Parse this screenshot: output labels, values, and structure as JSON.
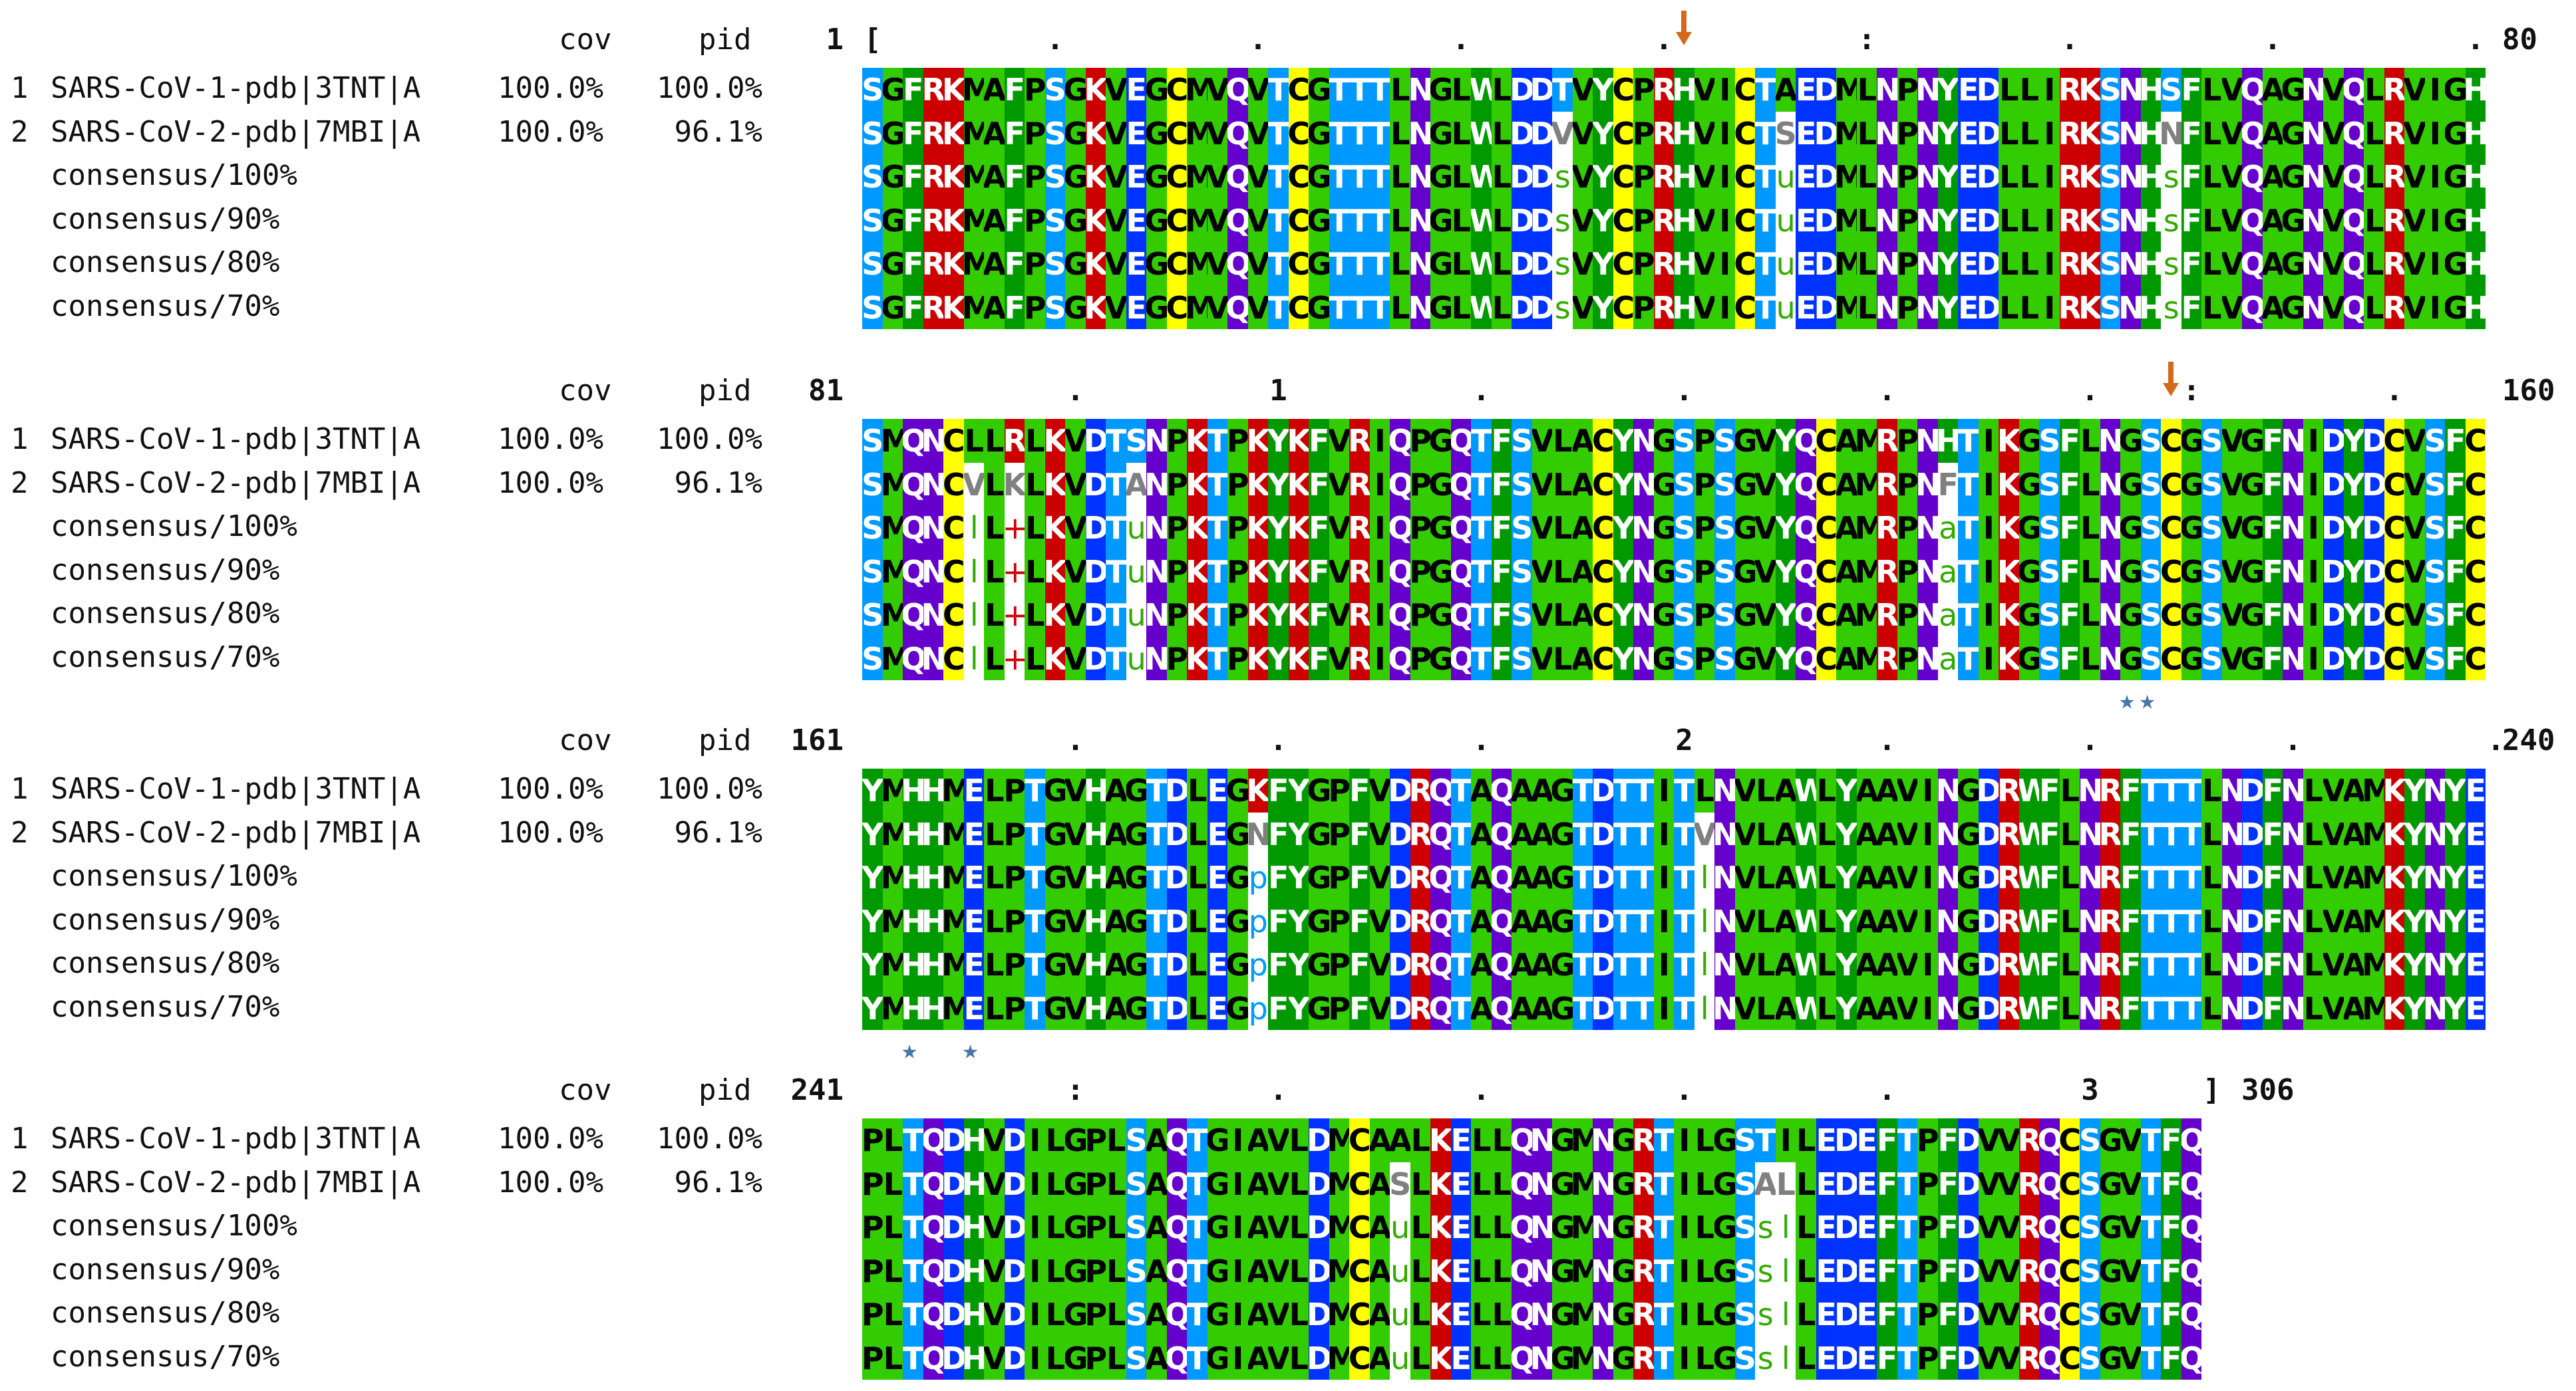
{
  "header": {
    "cov_label": "cov",
    "pid_label": "pid"
  },
  "sequences": [
    {
      "index": "1",
      "name": "SARS-CoV-1-pdb|3TNT|A",
      "cov": "100.0%",
      "pid": "100.0%"
    },
    {
      "index": "2",
      "name": "SARS-CoV-2-pdb|7MBI|A",
      "cov": "100.0%",
      "pid": "96.1%"
    },
    {
      "index": "",
      "name": "consensus/100%",
      "cov": "",
      "pid": ""
    },
    {
      "index": "",
      "name": "consensus/90%",
      "cov": "",
      "pid": ""
    },
    {
      "index": "",
      "name": "consensus/80%",
      "cov": "",
      "pid": ""
    },
    {
      "index": "",
      "name": "consensus/70%",
      "cov": "",
      "pid": ""
    }
  ],
  "colors": {
    "hydrophobic": "#33cc00",
    "aromatic": "#009900",
    "polar_st": "#0099ff",
    "acidic": "#0033ff",
    "basic": "#cc0000",
    "amide": "#6600cc",
    "cysteine": "#ffff00",
    "arrow": "#d2691e",
    "star": "#4a76a8"
  },
  "blocks": [
    {
      "start": "1",
      "end": "80",
      "ruler": "[        .         .         .         .         :         .         .         .",
      "rows": [
        "SGFRKMAFPSGKVEGCMVQVTCGTTTLNGLWLDDTVYCPRHVICTAEDMLNPNYEDLLIRKSNHSFLVQAGNVQLRVIGH",
        "SGFRKMAFPSGKVEGCMVQVTCGTTTLNGLWLDDVVYCPRHVICTSEDMLNPNYEDLLIRKSNHNFLVQAGNVQLRVIGH",
        "SGFRKMAFPSGKVEGCMVQVTCGTTTLNGLWLDDsVYCPRHVICTuEDMLNPNYEDLLIRKSNHsFLVQAGNVQLRVIGH",
        "SGFRKMAFPSGKVEGCMVQVTCGTTTLNGLWLDDsVYCPRHVICTuEDMLNPNYEDLLIRKSNHsFLVQAGNVQLRVIGH",
        "SGFRKMAFPSGKVEGCMVQVTCGTTTLNGLWLDDsVYCPRHVICTuEDMLNPNYEDLLIRKSNHsFLVQAGNVQLRVIGH",
        "SGFRKMAFPSGKVEGCMVQVTCGTTTLNGLWLDDsVYCPRHVICTuEDMLNPNYEDLLIRKSNHsFLVQAGNVQLRVIGH"
      ],
      "arrows": [
        41
      ],
      "stars": []
    },
    {
      "start": "81",
      "end": "160",
      "ruler": "          .         1         .         .         .         .    :         .",
      "rows": [
        "SMQNCLLRLKVDTSNPKTPKYKFVRIQPGQTFSVLACYNGSPSGVYQCAMRPNHTIKGSFLNGSCGSVGFNIDYDCVSFC",
        "SMQNCVLKLKVDTANPKTPKYKFVRIQPGQTFSVLACYNGSPSGVYQCAMRPNFTIKGSFLNGSCGSVGFNIDYDCVSFC",
        "SMQNClL+LKVDTuNPKTPKYKFVRIQPGQTFSVLACYNGSPSGVYQCAMRPNaTIKGSFLNGSCGSVGFNIDYDCVSFC",
        "SMQNClL+LKVDTuNPKTPKYKFVRIQPGQTFSVLACYNGSPSGVYQCAMRPNaTIKGSFLNGSCGSVGFNIDYDCVSFC",
        "SMQNClL+LKVDTuNPKTPKYKFVRIQPGQTFSVLACYNGSPSGVYQCAMRPNaTIKGSFLNGSCGSVGFNIDYDCVSFC",
        "SMQNClL+LKVDTuNPKTPKYKFVRIQPGQTFSVLACYNGSPSGVYQCAMRPNaTIKGSFLNGSCGSVGFNIDYDCVSFC"
      ],
      "arrows": [
        65
      ],
      "stars": [
        63,
        64
      ]
    },
    {
      "start": "161",
      "end": "240",
      "ruler": "          .         .         .         2         .         .         .         .",
      "rows": [
        "YMHHMELPTGVHAGTDLEGKFYGPFVDRQTAQAAGTDTTITLNVLAWLYAAVINGDRWFLNRFTTTLNDFNLVAMKYNYE",
        "YMHHMELPTGVHAGTDLEGNFYGPFVDRQTAQAAGTDTTITVNVLAWLYAAVINGDRWFLNRFTTTLNDFNLVAMKYNYE",
        "YMHHMELPTGVHAGTDLEGpFYGPFVDRQTAQAAGTDTTITlNVLAWLYAAVINGDRWFLNRFTTTLNDFNLVAMKYNYE",
        "YMHHMELPTGVHAGTDLEGpFYGPFVDRQTAQAAGTDTTITlNVLAWLYAAVINGDRWFLNRFTTTLNDFNLVAMKYNYE",
        "YMHHMELPTGVHAGTDLEGpFYGPFVDRQTAQAAGTDTTITlNVLAWLYAAVINGDRWFLNRFTTTLNDFNLVAMKYNYE",
        "YMHHMELPTGVHAGTDLEGpFYGPFVDRQTAQAAGTDTTITlNVLAWLYAAVINGDRWFLNRFTTTLNDFNLVAMKYNYE"
      ],
      "arrows": [],
      "stars": [
        3,
        6
      ]
    },
    {
      "start": "241",
      "end": "306",
      "ruler": "          :         .         .         .         .         3     ]",
      "rows": [
        "PLTQDHVDILGPLSAQTGIAVLDMCAALKELLQNGMNGRTILGSTILEDEFTPFDVVRQCSGVTFQ",
        "PLTQDHVDILGPLSAQTGIAVLDMCASLKELLQNGMNGRTILGSALLEDEFTPFDVVRQCSGVTFQ",
        "PLTQDHVDILGPLSAQTGIAVLDMCAuLKELLQNGMNGRTILGSslLEDEFTPFDVVRQCSGVTFQ",
        "PLTQDHVDILGPLSAQTGIAVLDMCAuLKELLQNGMNGRTILGSslLEDEFTPFDVVRQCSGVTFQ",
        "PLTQDHVDILGPLSAQTGIAVLDMCAuLKELLQNGMNGRTILGSslLEDEFTPFDVVRQCSGVTFQ",
        "PLTQDHVDILGPLSAQTGIAVLDMCAuLKELLQNGMNGRTILGSslLEDEFTPFDVVRQCSGVTFQ"
      ],
      "arrows": [],
      "stars": []
    }
  ]
}
